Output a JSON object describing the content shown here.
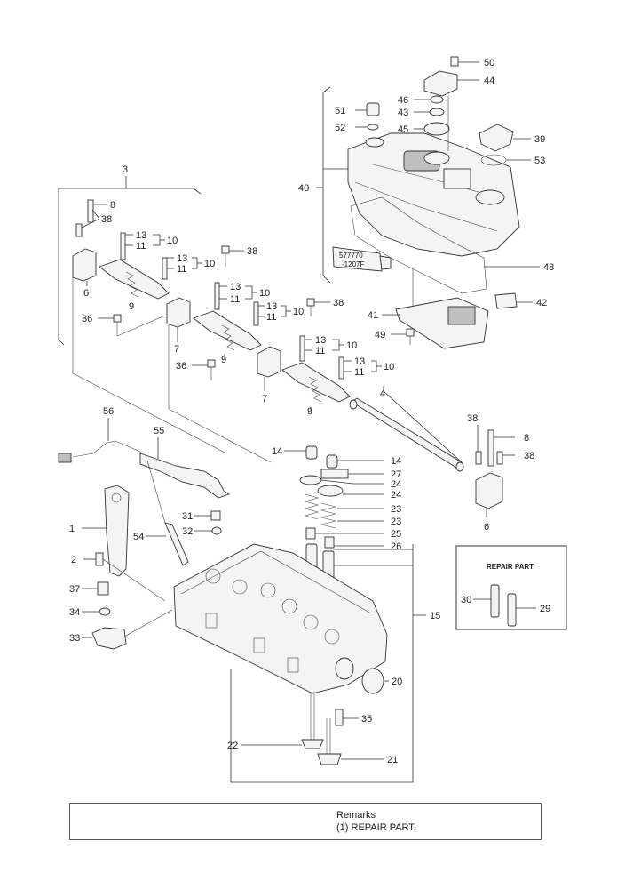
{
  "labels": {
    "l50": "50",
    "l44": "44",
    "l46": "46",
    "l51": "51",
    "l43": "43",
    "l52": "52",
    "l45": "45",
    "l39": "39",
    "l53": "53",
    "l40": "40",
    "l48": "48",
    "l42": "42",
    "l41": "41",
    "l49": "49",
    "l3": "3",
    "l8a": "8",
    "l38a": "38",
    "l13a": "13",
    "l11a": "11",
    "l10a": "10",
    "l13b": "13",
    "l11b": "11",
    "l10b": "10",
    "l38b": "38",
    "l6a": "6",
    "l9a": "9",
    "l36a": "36",
    "l13c": "13",
    "l11c": "11",
    "l10c": "10",
    "l13d": "13",
    "l11d": "11",
    "l10d": "10",
    "l38c": "38",
    "l7a": "7",
    "l9b": "9",
    "l36b": "36",
    "l13e": "13",
    "l11e": "11",
    "l10e": "10",
    "l13f": "13",
    "l11f": "11",
    "l10f": "10",
    "l7b": "7",
    "l9c": "9",
    "l4": "4",
    "l38d": "38",
    "l8b": "8",
    "l38e": "38",
    "l6b": "6",
    "l56": "56",
    "l55": "55",
    "l14a": "14",
    "l14b": "14",
    "l27": "27",
    "l24a": "24",
    "l24b": "24",
    "l23a": "23",
    "l23b": "23",
    "l25": "25",
    "l26": "26",
    "l1": "1",
    "l31": "31",
    "l32": "32",
    "l54": "54",
    "l2": "2",
    "l37": "37",
    "l34": "34",
    "l33": "33",
    "l15": "15",
    "l20": "20",
    "l35": "35",
    "l22": "22",
    "l21": "21",
    "l30": "30",
    "l29": "29"
  },
  "tube_text": [
    "577770",
    "-1207F"
  ],
  "repair_box": {
    "title": "REPAIR PART"
  },
  "remarks": {
    "title": "Remarks",
    "line1": "(1) REPAIR PART."
  }
}
